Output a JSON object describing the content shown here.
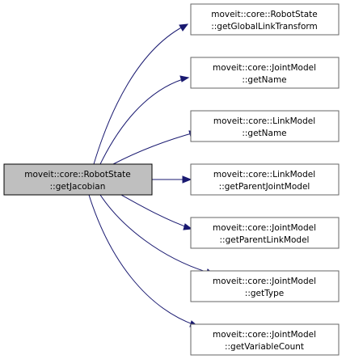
{
  "graph": {
    "source": {
      "line1": "moveit::core::RobotState",
      "line2": "::getJacobian"
    },
    "targets": [
      {
        "line1": "moveit::core::RobotState",
        "line2": "::getGlobalLinkTransform"
      },
      {
        "line1": "moveit::core::JointModel",
        "line2": "::getName"
      },
      {
        "line1": "moveit::core::LinkModel",
        "line2": "::getName"
      },
      {
        "line1": "moveit::core::LinkModel",
        "line2": "::getParentJointModel"
      },
      {
        "line1": "moveit::core::JointModel",
        "line2": "::getParentLinkModel"
      },
      {
        "line1": "moveit::core::JointModel",
        "line2": "::getType"
      },
      {
        "line1": "moveit::core::JointModel",
        "line2": "::getVariableCount"
      }
    ],
    "colors": {
      "edge": "#191970",
      "source_fill": "#bfbfbf",
      "node_border": "#666666"
    }
  }
}
